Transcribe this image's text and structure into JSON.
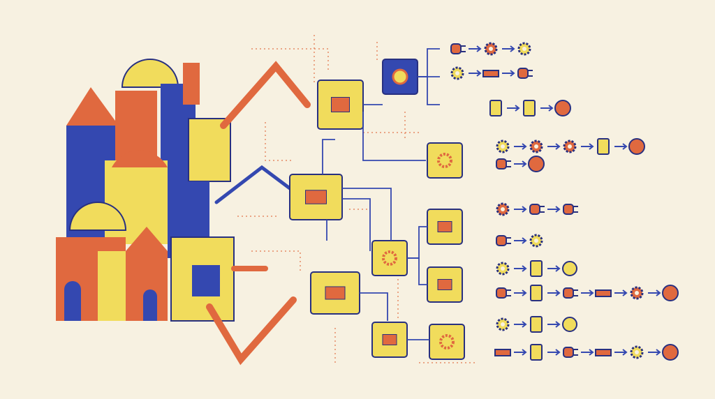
{
  "palette": {
    "background": "#f7f1e1",
    "orange": "#e0693f",
    "blue": "#3448b0",
    "yellow": "#f1dc5c",
    "navy": "#283080",
    "dots": "#e58a66"
  },
  "machines": [
    {
      "name": "machine-top",
      "icon": "control-panel"
    },
    {
      "name": "machine-center",
      "icon": "control-panel"
    },
    {
      "name": "machine-bottom",
      "icon": "control-panel"
    },
    {
      "name": "dial-box",
      "icon": "dial"
    },
    {
      "name": "gear-box-upper",
      "icon": "gear"
    },
    {
      "name": "gear-box-middle",
      "icon": "gears"
    },
    {
      "name": "folder-box",
      "icon": "folder"
    },
    {
      "name": "flow-box",
      "icon": "flowchart"
    },
    {
      "name": "chip-box",
      "icon": "circuit"
    },
    {
      "name": "gear-box-lower",
      "icon": "gears"
    }
  ],
  "icon_rows": [
    [
      "plug",
      "gear",
      "gear"
    ],
    [
      "gear",
      "faucet",
      "plug"
    ],
    [
      "switch-box",
      "switch",
      "power-button"
    ],
    [
      "gear",
      "gear",
      "gears",
      "switch",
      "button"
    ],
    [
      "plug",
      "button"
    ],
    [
      "gear",
      "plug-connector",
      "plug"
    ],
    [
      "plug-connector",
      "gear"
    ],
    [
      "gear",
      "switch",
      "outlet"
    ],
    [
      "plug-connector",
      "switch",
      "plug",
      "valve",
      "gear",
      "button"
    ],
    [
      "gear",
      "switch",
      "outlet"
    ],
    [
      "faucet",
      "switch",
      "plug",
      "valve",
      "gear",
      "button"
    ]
  ]
}
